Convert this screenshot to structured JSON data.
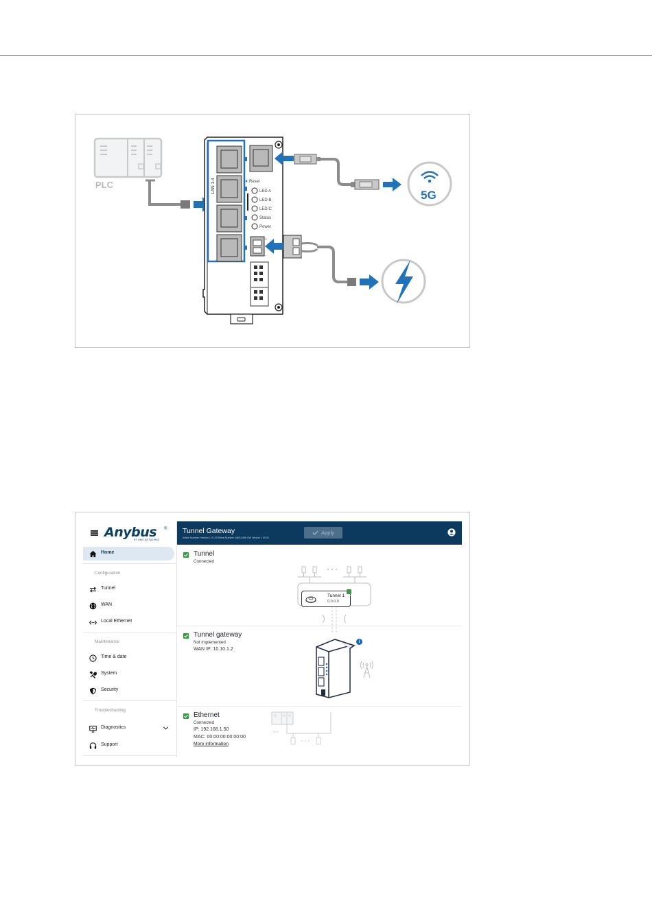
{
  "figure1": {
    "plc_label": "PLC",
    "lan_label": "LAN 1-4",
    "reset_label": "Reset",
    "leds": [
      "LED A",
      "LED B",
      "LED C",
      "Status",
      "Power"
    ],
    "fiveg_label": "5G",
    "power_terminal_labels": [
      "+",
      "-"
    ],
    "colors": {
      "accent": "#2172b8",
      "device_gray": "#8c8c8c",
      "plc_gray": "#c7c9cb"
    }
  },
  "ui": {
    "logo": "Anybus",
    "logo_reg": "®",
    "logo_tagline": "BY HMS NETWORKS",
    "header": {
      "title": "Tunnel Gateway",
      "subtitle": "Article Number: Version 1.01.00 Serial Number: A8012486 GW Version 1.00.01",
      "apply_label": "Apply"
    },
    "nav": {
      "home": "Home",
      "section_configuration": "Configuration",
      "tunnel": "Tunnel",
      "wan": "WAN",
      "local_ethernet": "Local Ethernet",
      "section_maintenance": "Maintenance",
      "time_date": "Time & date",
      "system": "System",
      "security": "Security",
      "section_troubleshooting": "Troubleshooting",
      "diagnostics": "Diagnostics",
      "support": "Support"
    },
    "tunnel": {
      "title": "Tunnel",
      "status": "Connected",
      "card_name": "Tunnel 1",
      "card_ip": "0.0.0.0"
    },
    "gateway": {
      "title": "Tunnel gateway",
      "status": "Not implemented",
      "wan_ip": "WAN IP: 10.10.1.2"
    },
    "ethernet": {
      "title": "Ethernet",
      "status": "Connected",
      "ip": "IP: 192.168.1.50",
      "mac": "MAC: 00:00:00:00:00:00",
      "more": "More information",
      "plc_mini_label": "PLC"
    },
    "colors": {
      "header_bg": "#0c3a5f",
      "active_nav": "#dde8f3",
      "check_green": "#2e9e3e",
      "info_blue": "#1b64c4"
    }
  }
}
